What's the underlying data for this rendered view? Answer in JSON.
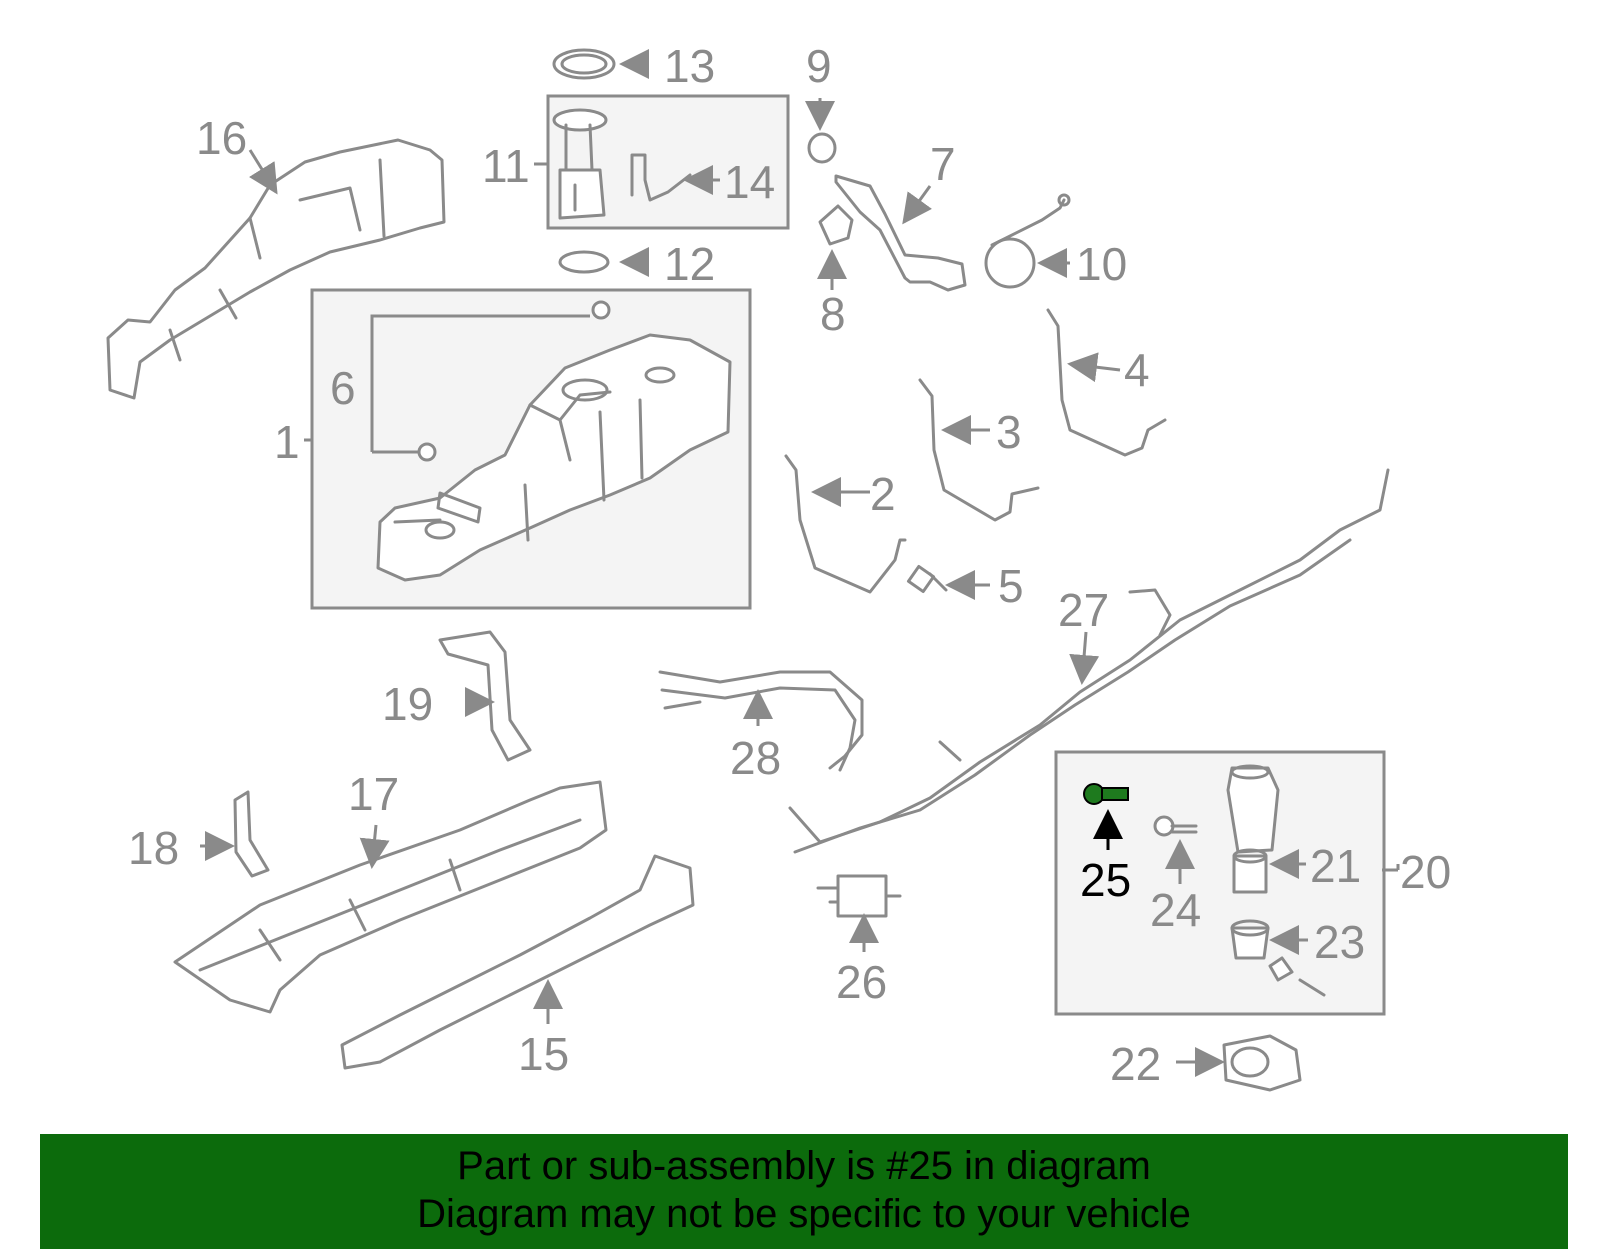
{
  "highlight_part": "25",
  "callouts": {
    "c1": "1",
    "c2": "2",
    "c3": "3",
    "c4": "4",
    "c5": "5",
    "c6": "6",
    "c7": "7",
    "c8": "8",
    "c9": "9",
    "c10": "10",
    "c11": "11",
    "c12": "12",
    "c13": "13",
    "c14": "14",
    "c15": "15",
    "c16": "16",
    "c17": "17",
    "c18": "18",
    "c19": "19",
    "c20": "20",
    "c21": "21",
    "c22": "22",
    "c23": "23",
    "c24": "24",
    "c25": "25",
    "c26": "26",
    "c27": "27",
    "c28": "28"
  },
  "banner": {
    "line1": "Part or sub-assembly is #25 in diagram",
    "line2": "Diagram may not be specific to your vehicle"
  },
  "colors": {
    "banner_bg": "#0c6b0c",
    "line_art": "#8a8a8a",
    "highlight": "#1e7a1e"
  }
}
